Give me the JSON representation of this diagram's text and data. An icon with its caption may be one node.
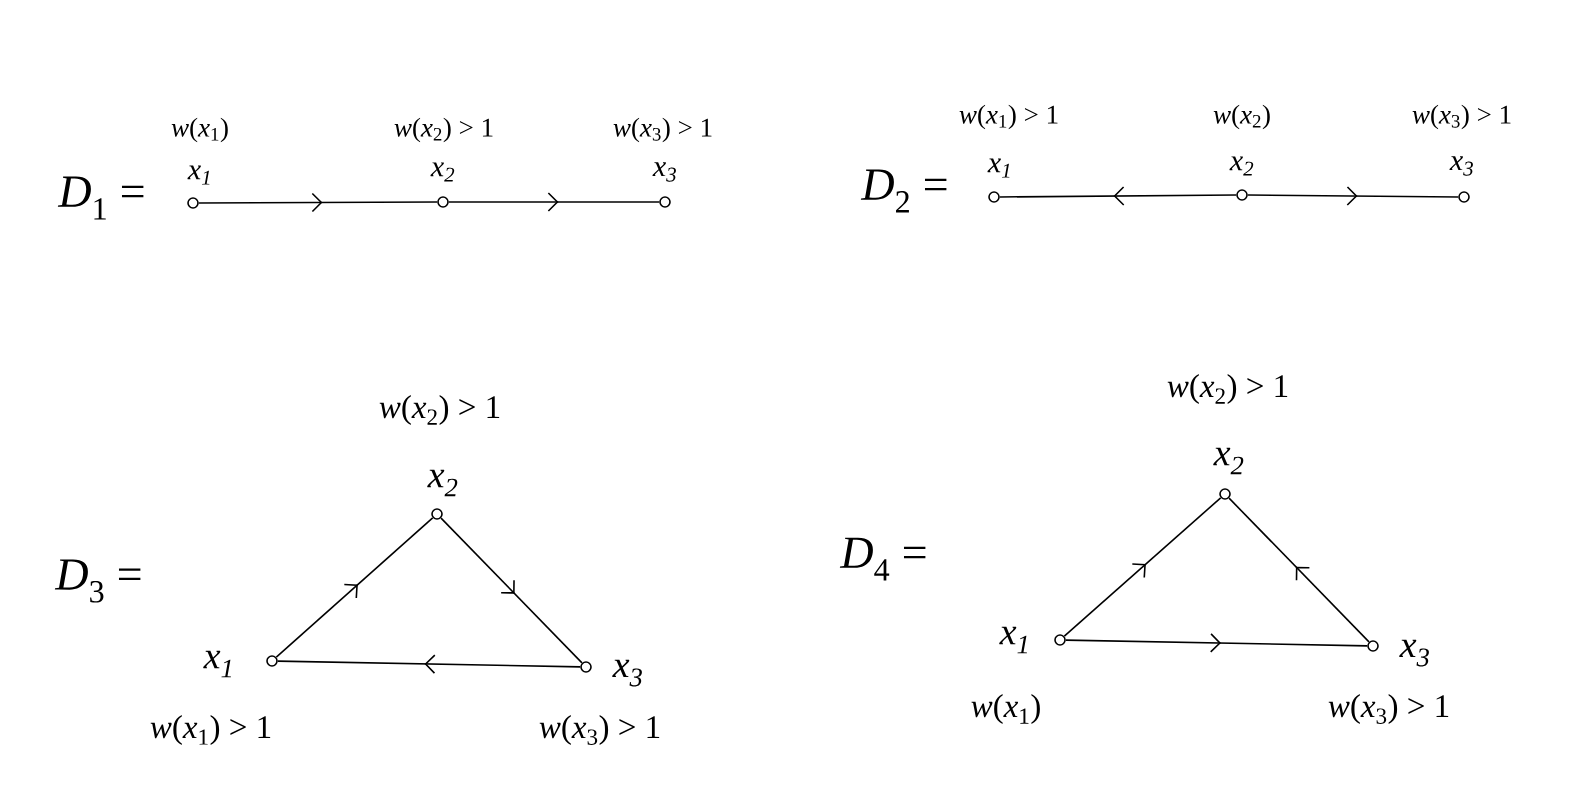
{
  "diagram": {
    "nodes": [
      {
        "text": [],
        "shape": "circle",
        "beside": [
          "x$_{1}$",
          "*w*(*x*$_{1}$)"
        ]
      },
      {
        "text": [],
        "shape": "circle",
        "beside": [
          "x$_{2}$",
          "*w*(*x*$_{2}$) > 1"
        ]
      },
      {
        "text": [],
        "shape": "circle",
        "beside": [
          "x$_{3}$",
          "*w*(*x*$_{3}$) > 1"
        ]
      },
      {
        "text": [],
        "shape": "circle",
        "beside": [
          "x$_{1}$",
          "*w*(*x*$_{1}$) > 1"
        ]
      },
      {
        "text": [],
        "shape": "circle",
        "beside": [
          "x$_{2}$",
          "*w*(*x*$_{2}$)"
        ]
      },
      {
        "text": [],
        "shape": "circle",
        "beside": [
          "x$_{3}$",
          "*w*(*x*$_{3}$) > 1"
        ]
      },
      {
        "text": [],
        "shape": "circle",
        "beside": [
          "x$_{2}$",
          "*w*(*x*$_{2}$) > 1"
        ]
      },
      {
        "text": [],
        "shape": "circle",
        "beside": [
          "x$_{1}$",
          "*w*(*x*$_{1}$) > 1"
        ]
      },
      {
        "text": [],
        "shape": "circle",
        "beside": [
          "x$_{3}$",
          "*w*(*x*$_{3}$) > 1"
        ]
      },
      {
        "text": [],
        "shape": "circle",
        "beside": [
          "x$_{2}$",
          "*w*(*x*$_{2}$) > 1"
        ]
      },
      {
        "text": [],
        "shape": "circle",
        "beside": [
          "x$_{1}$",
          "*w*(*x*$_{1}$)"
        ]
      },
      {
        "text": [],
        "shape": "circle",
        "beside": [
          "x$_{3}$",
          "*w*(*x*$_{3}$) > 1"
        ]
      }
    ],
    "edges": [
      {
        "from": 0,
        "to": 1,
        "arrow": "to"
      },
      {
        "from": 1,
        "to": 2,
        "arrow": "to"
      },
      {
        "from": 4,
        "to": 3,
        "arrow": "to"
      },
      {
        "from": 4,
        "to": 5,
        "arrow": "to"
      },
      {
        "from": 7,
        "to": 6,
        "arrow": "to"
      },
      {
        "from": 6,
        "to": 8,
        "arrow": "to"
      },
      {
        "from": 8,
        "to": 7,
        "arrow": "to"
      },
      {
        "from": 10,
        "to": 9,
        "arrow": "to"
      },
      {
        "from": 11,
        "to": 9,
        "arrow": "to"
      },
      {
        "from": 10,
        "to": 11,
        "arrow": "to"
      }
    ],
    "labels": [
      "*D*$_{1}$ =",
      "*D*$_{2}$ =",
      "*D*$_{3}$ =",
      "*D*$_{4}$ ="
    ]
  }
}
